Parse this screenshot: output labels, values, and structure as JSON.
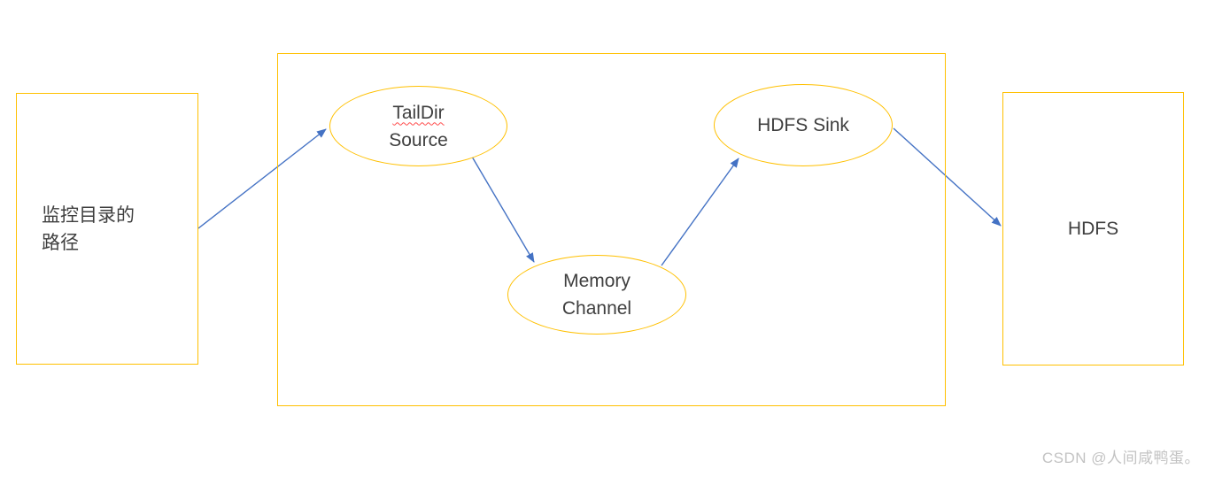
{
  "diagram": {
    "source_input": {
      "line1": "监控目录的",
      "line2": "路径"
    },
    "agent": {
      "source": {
        "line1": "TailDir",
        "line2": "Source"
      },
      "channel": {
        "line1": "Memory",
        "line2": "Channel"
      },
      "sink": {
        "label": "HDFS Sink"
      }
    },
    "destination": {
      "label": "HDFS"
    }
  },
  "watermark": {
    "text": "CSDN @人间咸鸭蛋。"
  },
  "colors": {
    "shape_border": "#FFC000",
    "arrow": "#4472C4",
    "text": "#3F3F3F",
    "spellcheck_underline": "#FF4B4B",
    "watermark_text": "#C3C3C3"
  }
}
